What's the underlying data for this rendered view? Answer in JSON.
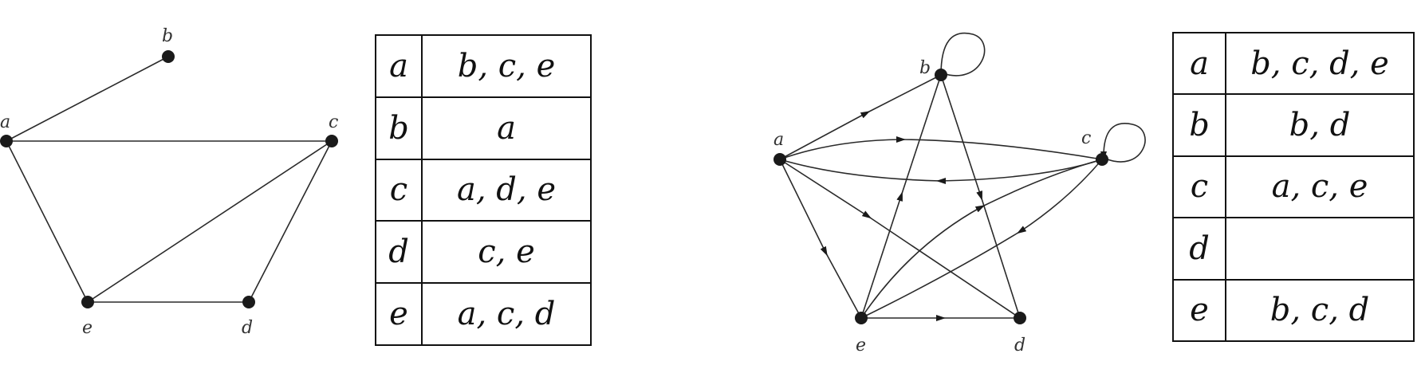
{
  "graph1": {
    "nodes": [
      "a",
      "b",
      "c",
      "d",
      "e"
    ],
    "edges": [
      [
        "a",
        "b"
      ],
      [
        "a",
        "c"
      ],
      [
        "a",
        "e"
      ],
      [
        "c",
        "e"
      ],
      [
        "c",
        "d"
      ],
      [
        "e",
        "d"
      ]
    ]
  },
  "table1": {
    "rows": [
      {
        "vertex": "a",
        "adjacent": "b, c, e"
      },
      {
        "vertex": "b",
        "adjacent": "a"
      },
      {
        "vertex": "c",
        "adjacent": "a, d, e"
      },
      {
        "vertex": "d",
        "adjacent": "c, e"
      },
      {
        "vertex": "e",
        "adjacent": "a, c, d"
      }
    ]
  },
  "graph2": {
    "nodes": [
      "a",
      "b",
      "c",
      "d",
      "e"
    ],
    "edges": [
      [
        "a",
        "b"
      ],
      [
        "a",
        "c"
      ],
      [
        "a",
        "d"
      ],
      [
        "a",
        "e"
      ],
      [
        "b",
        "b"
      ],
      [
        "b",
        "d"
      ],
      [
        "c",
        "a"
      ],
      [
        "c",
        "c"
      ],
      [
        "c",
        "e"
      ],
      [
        "e",
        "b"
      ],
      [
        "e",
        "c"
      ],
      [
        "e",
        "d"
      ]
    ]
  },
  "table2": {
    "rows": [
      {
        "vertex": "a",
        "adjacent": "b, c, d, e"
      },
      {
        "vertex": "b",
        "adjacent": "b, d"
      },
      {
        "vertex": "c",
        "adjacent": "a, c, e"
      },
      {
        "vertex": "d",
        "adjacent": ""
      },
      {
        "vertex": "e",
        "adjacent": "b, c, d"
      }
    ]
  }
}
